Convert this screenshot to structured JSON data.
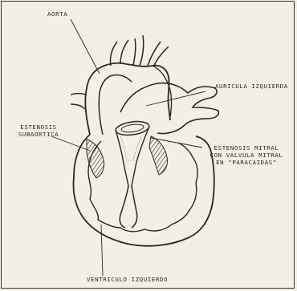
{
  "labels": {
    "aorta": "AORTA",
    "left_atrium": "AURICULA IZQUIERDA",
    "subaortic_line1": "ESTENOSIS",
    "subaortic_line2": "SUBAORTICA",
    "mitral_line1": "ESTENOSIS MITRAL",
    "mitral_line2": "CON VALVULA MITRAL",
    "mitral_line3": "EN \"PARACAIDAS\"",
    "left_ventricle": "VENTRICULO IZQUIERDO"
  },
  "colors": {
    "ink": "#2a2622",
    "paper": "#f4efe4",
    "shade": "#6d6760"
  }
}
